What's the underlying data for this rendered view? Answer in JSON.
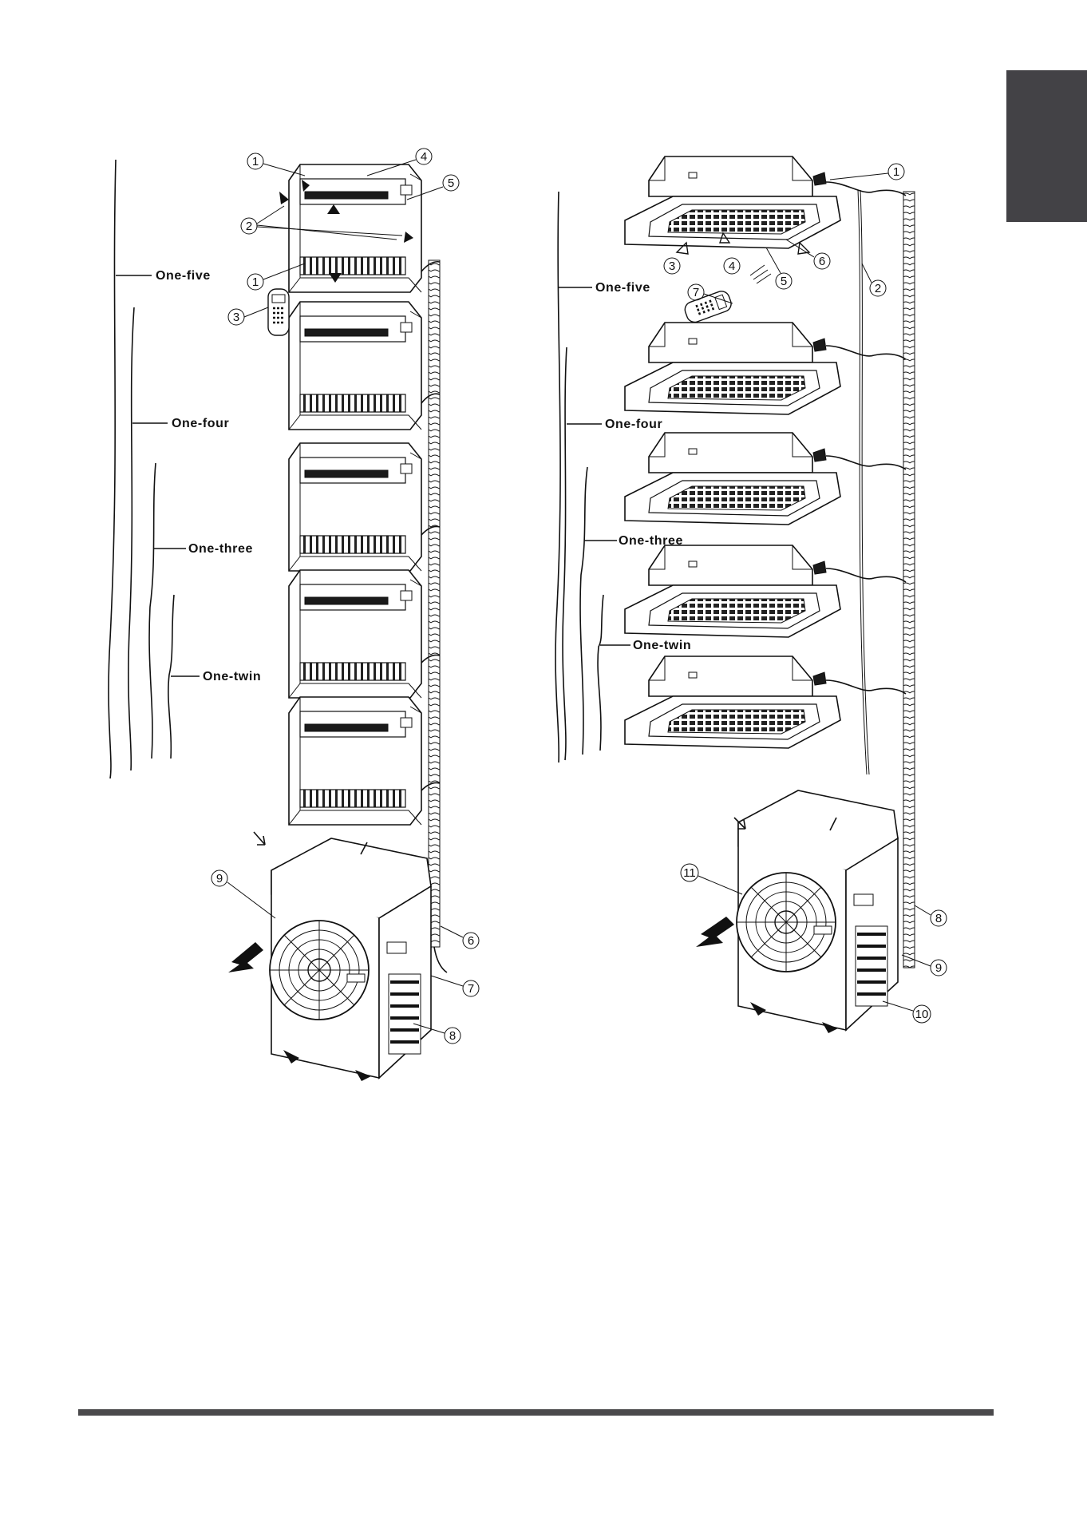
{
  "colors": {
    "tab": "#434246",
    "rule": "#4a494c",
    "ink": "#111111"
  },
  "left_diagram": {
    "groups": [
      {
        "label": "One-five"
      },
      {
        "label": "One-four"
      },
      {
        "label": "One-three"
      },
      {
        "label": "One-twin"
      }
    ],
    "callouts": [
      "1",
      "2",
      "1",
      "3",
      "4",
      "5",
      "6",
      "7",
      "8",
      "9"
    ]
  },
  "right_diagram": {
    "groups": [
      {
        "label": "One-five"
      },
      {
        "label": "One-four"
      },
      {
        "label": "One-three"
      },
      {
        "label": "One-twin"
      }
    ],
    "callouts": [
      "1",
      "2",
      "3",
      "4",
      "5",
      "6",
      "7",
      "8",
      "9",
      "10",
      "11"
    ]
  }
}
